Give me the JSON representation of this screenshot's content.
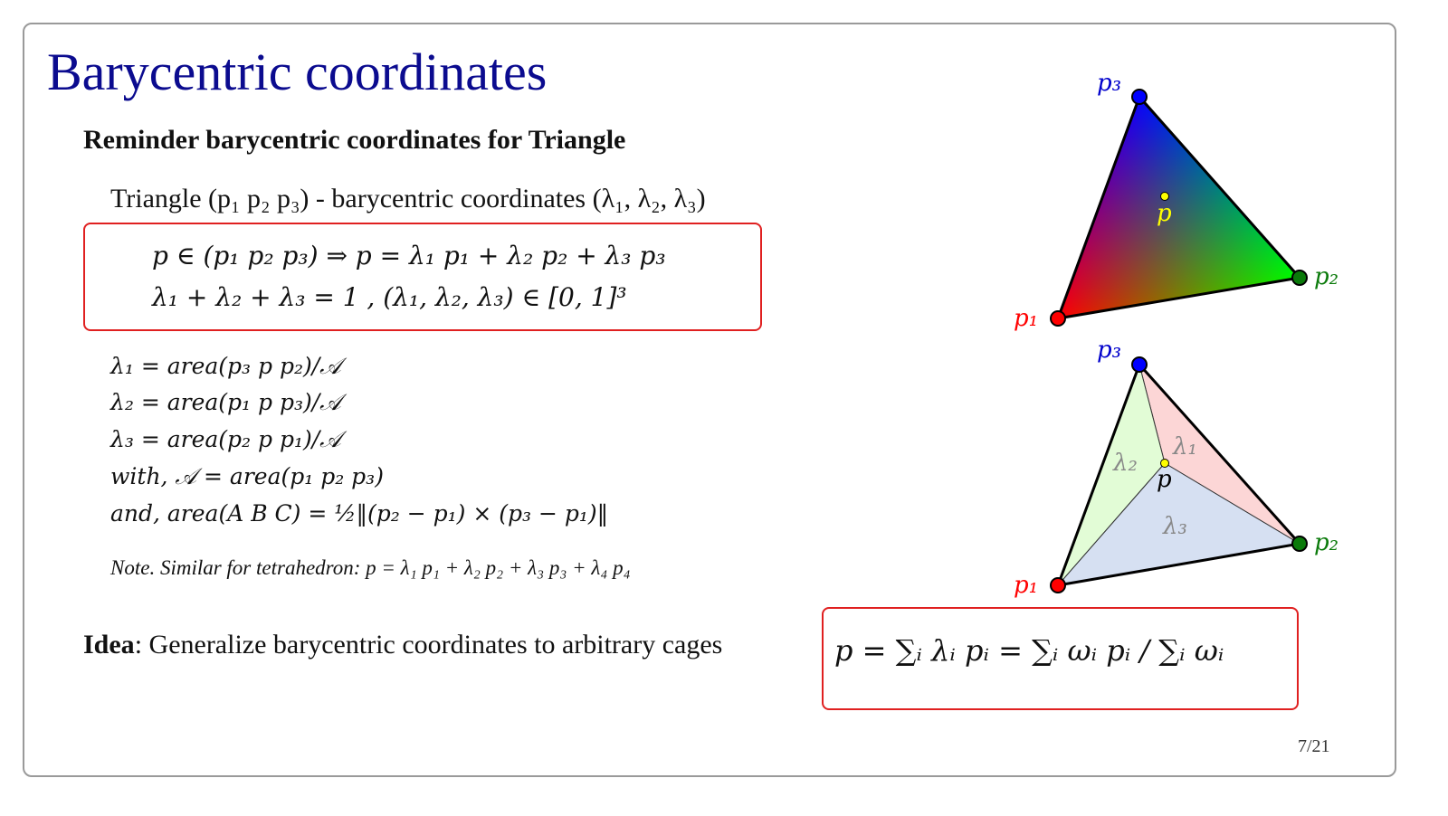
{
  "slide": {
    "title": "Barycentric coordinates",
    "subtitle": "Reminder barycentric coordinates for Triangle",
    "intro_text": "Triangle (p₁ p₂ p₃) - barycentric coordinates (λ₁, λ₂, λ₃)",
    "box_formula_1": "p ∈ (p₁ p₂ p₃) ⇒ p = λ₁ p₁ + λ₂ p₂ + λ₃ p₃",
    "box_formula_2": "λ₁ + λ₂ + λ₃ = 1 ,   (λ₁, λ₂, λ₃) ∈ [0, 1]³",
    "equations": [
      "λ₁ = area(p₃ p p₂)/𝒜",
      "λ₂ = area(p₁ p p₃)/𝒜",
      "λ₃ = area(p₂ p p₁)/𝒜",
      "with,  𝒜 = area(p₁ p₂ p₃)",
      "and,  area(A B C) = ½‖(p₂ − p₁) × (p₃ − p₁)‖"
    ],
    "note": "Note. Similar for tetrahedron: p = λ₁ p₁ + λ₂ p₂ + λ₃ p₃ + λ₄ p₄",
    "idea_label": "Idea",
    "idea_text": ": Generalize barycentric coordinates to arbitrary cages",
    "idea_formula": "p = ∑ᵢ λᵢ pᵢ = ∑ᵢ ωᵢ pᵢ / ∑ᵢ ωᵢ",
    "page_number": "7/21"
  },
  "diagram": {
    "labels": {
      "p1": "p₁",
      "p2": "p₂",
      "p3": "p₃",
      "p": "p",
      "l1": "λ₁",
      "l2": "λ₂",
      "l3": "λ₃"
    },
    "colors": {
      "p1": "#ff0000",
      "p2": "#0a7a0a",
      "p3": "#0000ff",
      "p": "#ffff00",
      "accent_title": "#0b0b8f",
      "box_border": "#e02020",
      "region_l1": "#fcd6d6",
      "region_l2": "#e2fcd6",
      "region_l3": "#d6e0f2"
    }
  }
}
